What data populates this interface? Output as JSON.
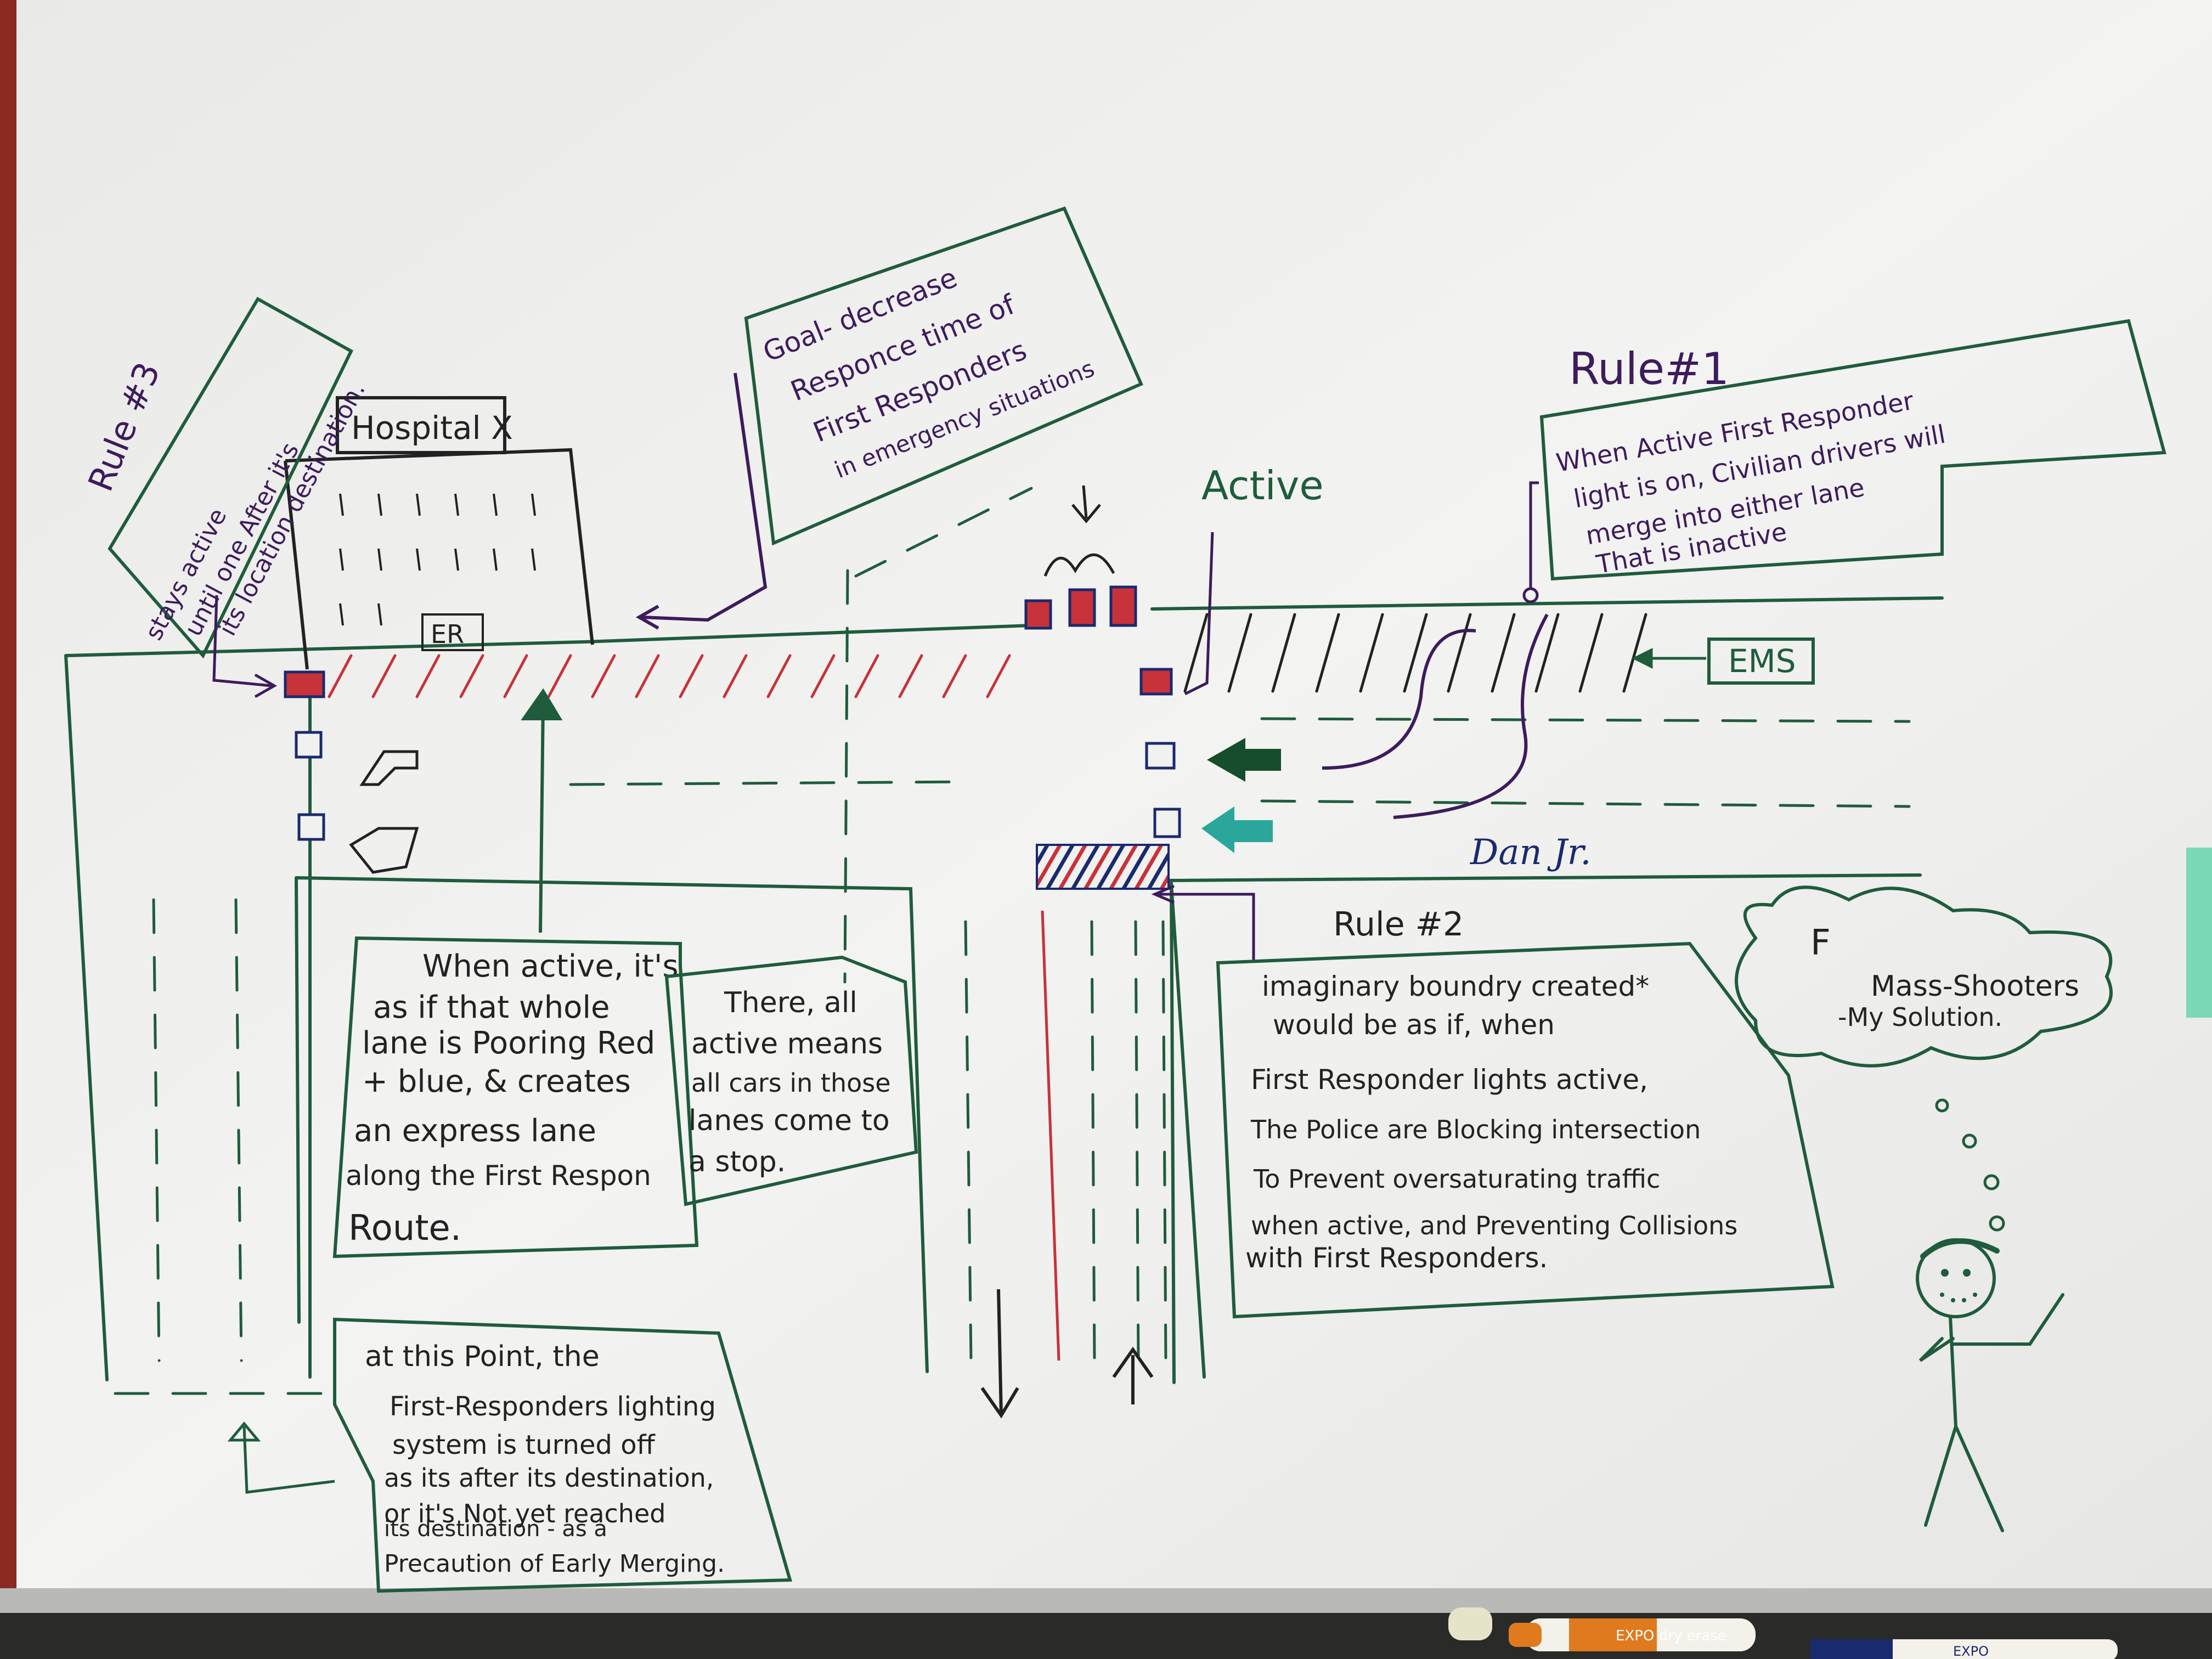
{
  "labels": {
    "hospital_sign": "Hospital X",
    "er_sign": "ER",
    "active_label": "Active",
    "ems_label": "EMS",
    "rule1_title": "Rule#1",
    "rule2_title": "Rule #2",
    "rule3_title": "Rule #3",
    "signature": "Dan Jr."
  },
  "notes": {
    "goal": [
      "Goal- decrease",
      "Responce time of",
      "First Responders",
      "in emergency situations"
    ],
    "rule1": [
      "When Active First Responder",
      "light is on, Civilian drivers will",
      "merge into either lane",
      "That is inactive"
    ],
    "rule3": [
      "stays active",
      "until one After it's",
      "its location destination."
    ],
    "express_lane": [
      "When active, it's",
      "as if that whole",
      "lane is Pooring Red",
      "+ blue, & creates",
      "an express lane",
      "along the First Respon",
      "Route."
    ],
    "stop_lanes": [
      "There, all",
      "active means",
      "all cars in those",
      "lanes come to",
      "a stop."
    ],
    "rule2": [
      "imaginary boundry created*",
      "would be as if, when",
      "First Responder lights active,",
      "The Police are Blocking intersection",
      "To Prevent oversaturating traffic",
      "when active, and Preventing Collisions",
      "with First Responders."
    ],
    "turn_off": [
      "at this Point, the",
      "First-Responders lighting",
      "system is turned off",
      "as its after its destination,",
      "or it's Not yet reached",
      "its destination - as a",
      "Precaution of Early Merging."
    ],
    "thought": [
      "F",
      "Mass-Shooters",
      "-My Solution."
    ]
  },
  "marker_brands": {
    "left": "EXPO dry erase",
    "right": "EXPO"
  },
  "colors": {
    "board": "#f1f1ef",
    "green_ink": "#1f5c3c",
    "purple_ink": "#3d1b5c",
    "navy_ink": "#1a2a6e",
    "red_ink": "#c8323a",
    "teal_ink": "#2aa79a",
    "dark_green_fill": "#164d2c",
    "frame": "#8a2a22"
  }
}
